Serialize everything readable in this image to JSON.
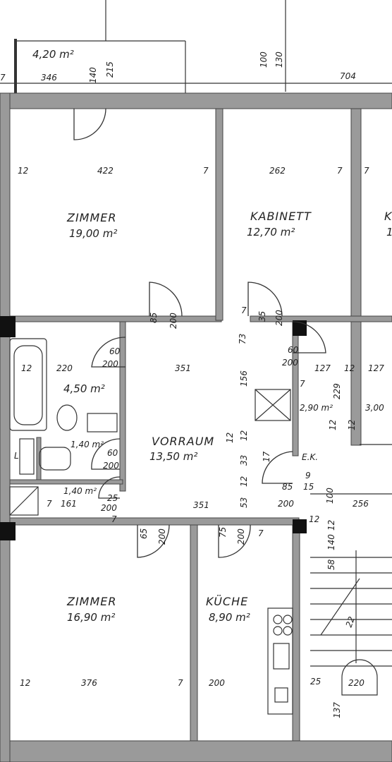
{
  "rooms": {
    "zimmer1": {
      "name": "ZIMMER",
      "area": "19,00 m²"
    },
    "kabinett": {
      "name": "KABINETT",
      "area": "12,70 m²"
    },
    "vorraum": {
      "name": "VORRAUM",
      "area": "13,50 m²"
    },
    "zimmer2": {
      "name": "ZIMMER",
      "area": "16,90 m²"
    },
    "kueche": {
      "name": "KÜCHE",
      "area": "8,90 m²"
    },
    "balkon": {
      "area": "4,20 m²"
    },
    "bad": {
      "area": "4,50 m²"
    },
    "wc": {
      "area": "1,40 m²"
    },
    "abstell": {
      "area": "1,40 m²"
    },
    "room_small1": {
      "area": "2,90 m²"
    },
    "room_small2": {
      "area": "3,00"
    },
    "room_right_letter": "K",
    "room_right_area": "1"
  },
  "dims": {
    "d346": "346",
    "d140": "140",
    "d215": "215",
    "d704": "704",
    "d100": "100",
    "d130": "130",
    "d7a": "7",
    "d12a": "12",
    "d422": "422",
    "d7b": "7",
    "d262": "262",
    "d7c": "7",
    "d7d": "7",
    "d85a": "85",
    "d200a": "200",
    "d35": "35",
    "d200b": "200",
    "d7e": "7",
    "d60a": "60",
    "d200c": "200",
    "d73": "73",
    "d60b": "60",
    "d200d": "200",
    "d12b": "12",
    "d220a": "220",
    "d351a": "351",
    "d156": "156",
    "d127a": "127",
    "d12c": "12",
    "d127b": "127",
    "d7f": "7",
    "d229": "229",
    "d12d": "12",
    "d12e": "12",
    "d60c": "60",
    "d200e": "200",
    "d12f": "12",
    "d12g": "12",
    "d33": "33",
    "d12h": "12",
    "d17": "17",
    "d15": "15",
    "d9": "9",
    "d85b": "85",
    "dL": "L",
    "dEK": "E.K.",
    "d7g": "7",
    "d161": "161",
    "d25": "25",
    "d200f": "200",
    "d351b": "351",
    "d53": "53",
    "d200g": "200",
    "d100b": "100",
    "d256": "256",
    "d7h": "7",
    "d12i": "12",
    "d65": "65",
    "d200h": "200",
    "d75": "75",
    "d200i": "200",
    "d7i": "7",
    "d12j": "12",
    "d140b": "140",
    "d58": "58",
    "d12k": "12",
    "d376": "376",
    "d7j": "7",
    "d200j": "200",
    "d25b": "25",
    "d220b": "220",
    "d137": "137",
    "d22": "22"
  }
}
